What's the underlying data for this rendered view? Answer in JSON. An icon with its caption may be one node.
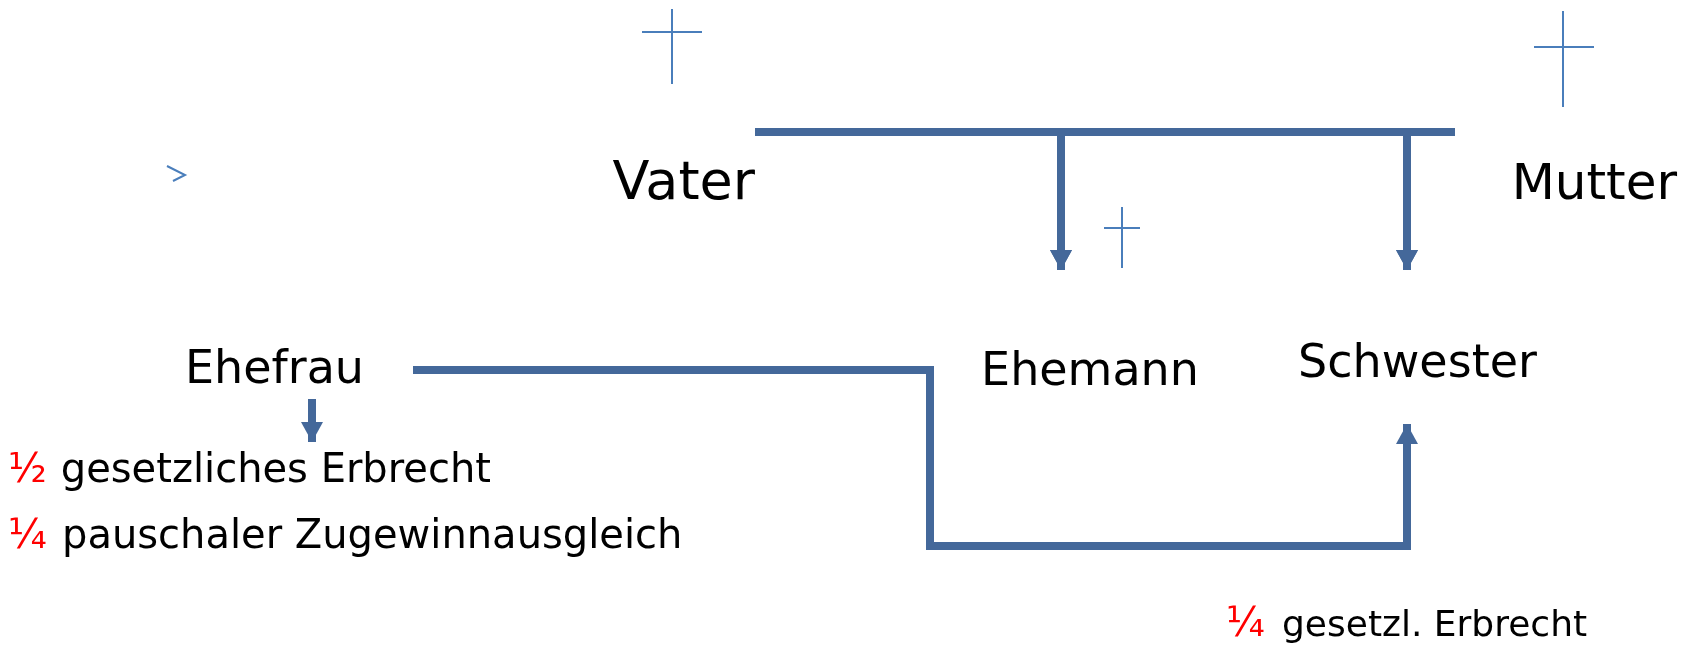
{
  "diagram": {
    "nodes": [
      {
        "text": [
          "Vater"
        ]
      },
      {
        "text": [
          "Mutter"
        ]
      },
      {
        "text": [
          "Ehemann"
        ]
      },
      {
        "text": [
          "Schwester"
        ]
      },
      {
        "text": [
          "Ehefrau"
        ]
      },
      {
        "text": [
          "½",
          "gesetzliches Erbrecht"
        ]
      }
    ],
    "edges": [
      {
        "from": 0,
        "to": 2,
        "arrow": "to"
      },
      {
        "from": 0,
        "to": 3,
        "arrow": "to"
      },
      {
        "from": 1,
        "to": 2,
        "arrow": "to"
      },
      {
        "from": 1,
        "to": 3,
        "arrow": "to"
      },
      {
        "from": 4,
        "to": 3,
        "arrow": "to"
      },
      {
        "from": 4,
        "to": 5,
        "arrow": "to"
      }
    ],
    "labels": [
      "¼",
      "pauschaler Zugewinnausgleich",
      "¼",
      "gesetzl. Erbrecht"
    ]
  }
}
